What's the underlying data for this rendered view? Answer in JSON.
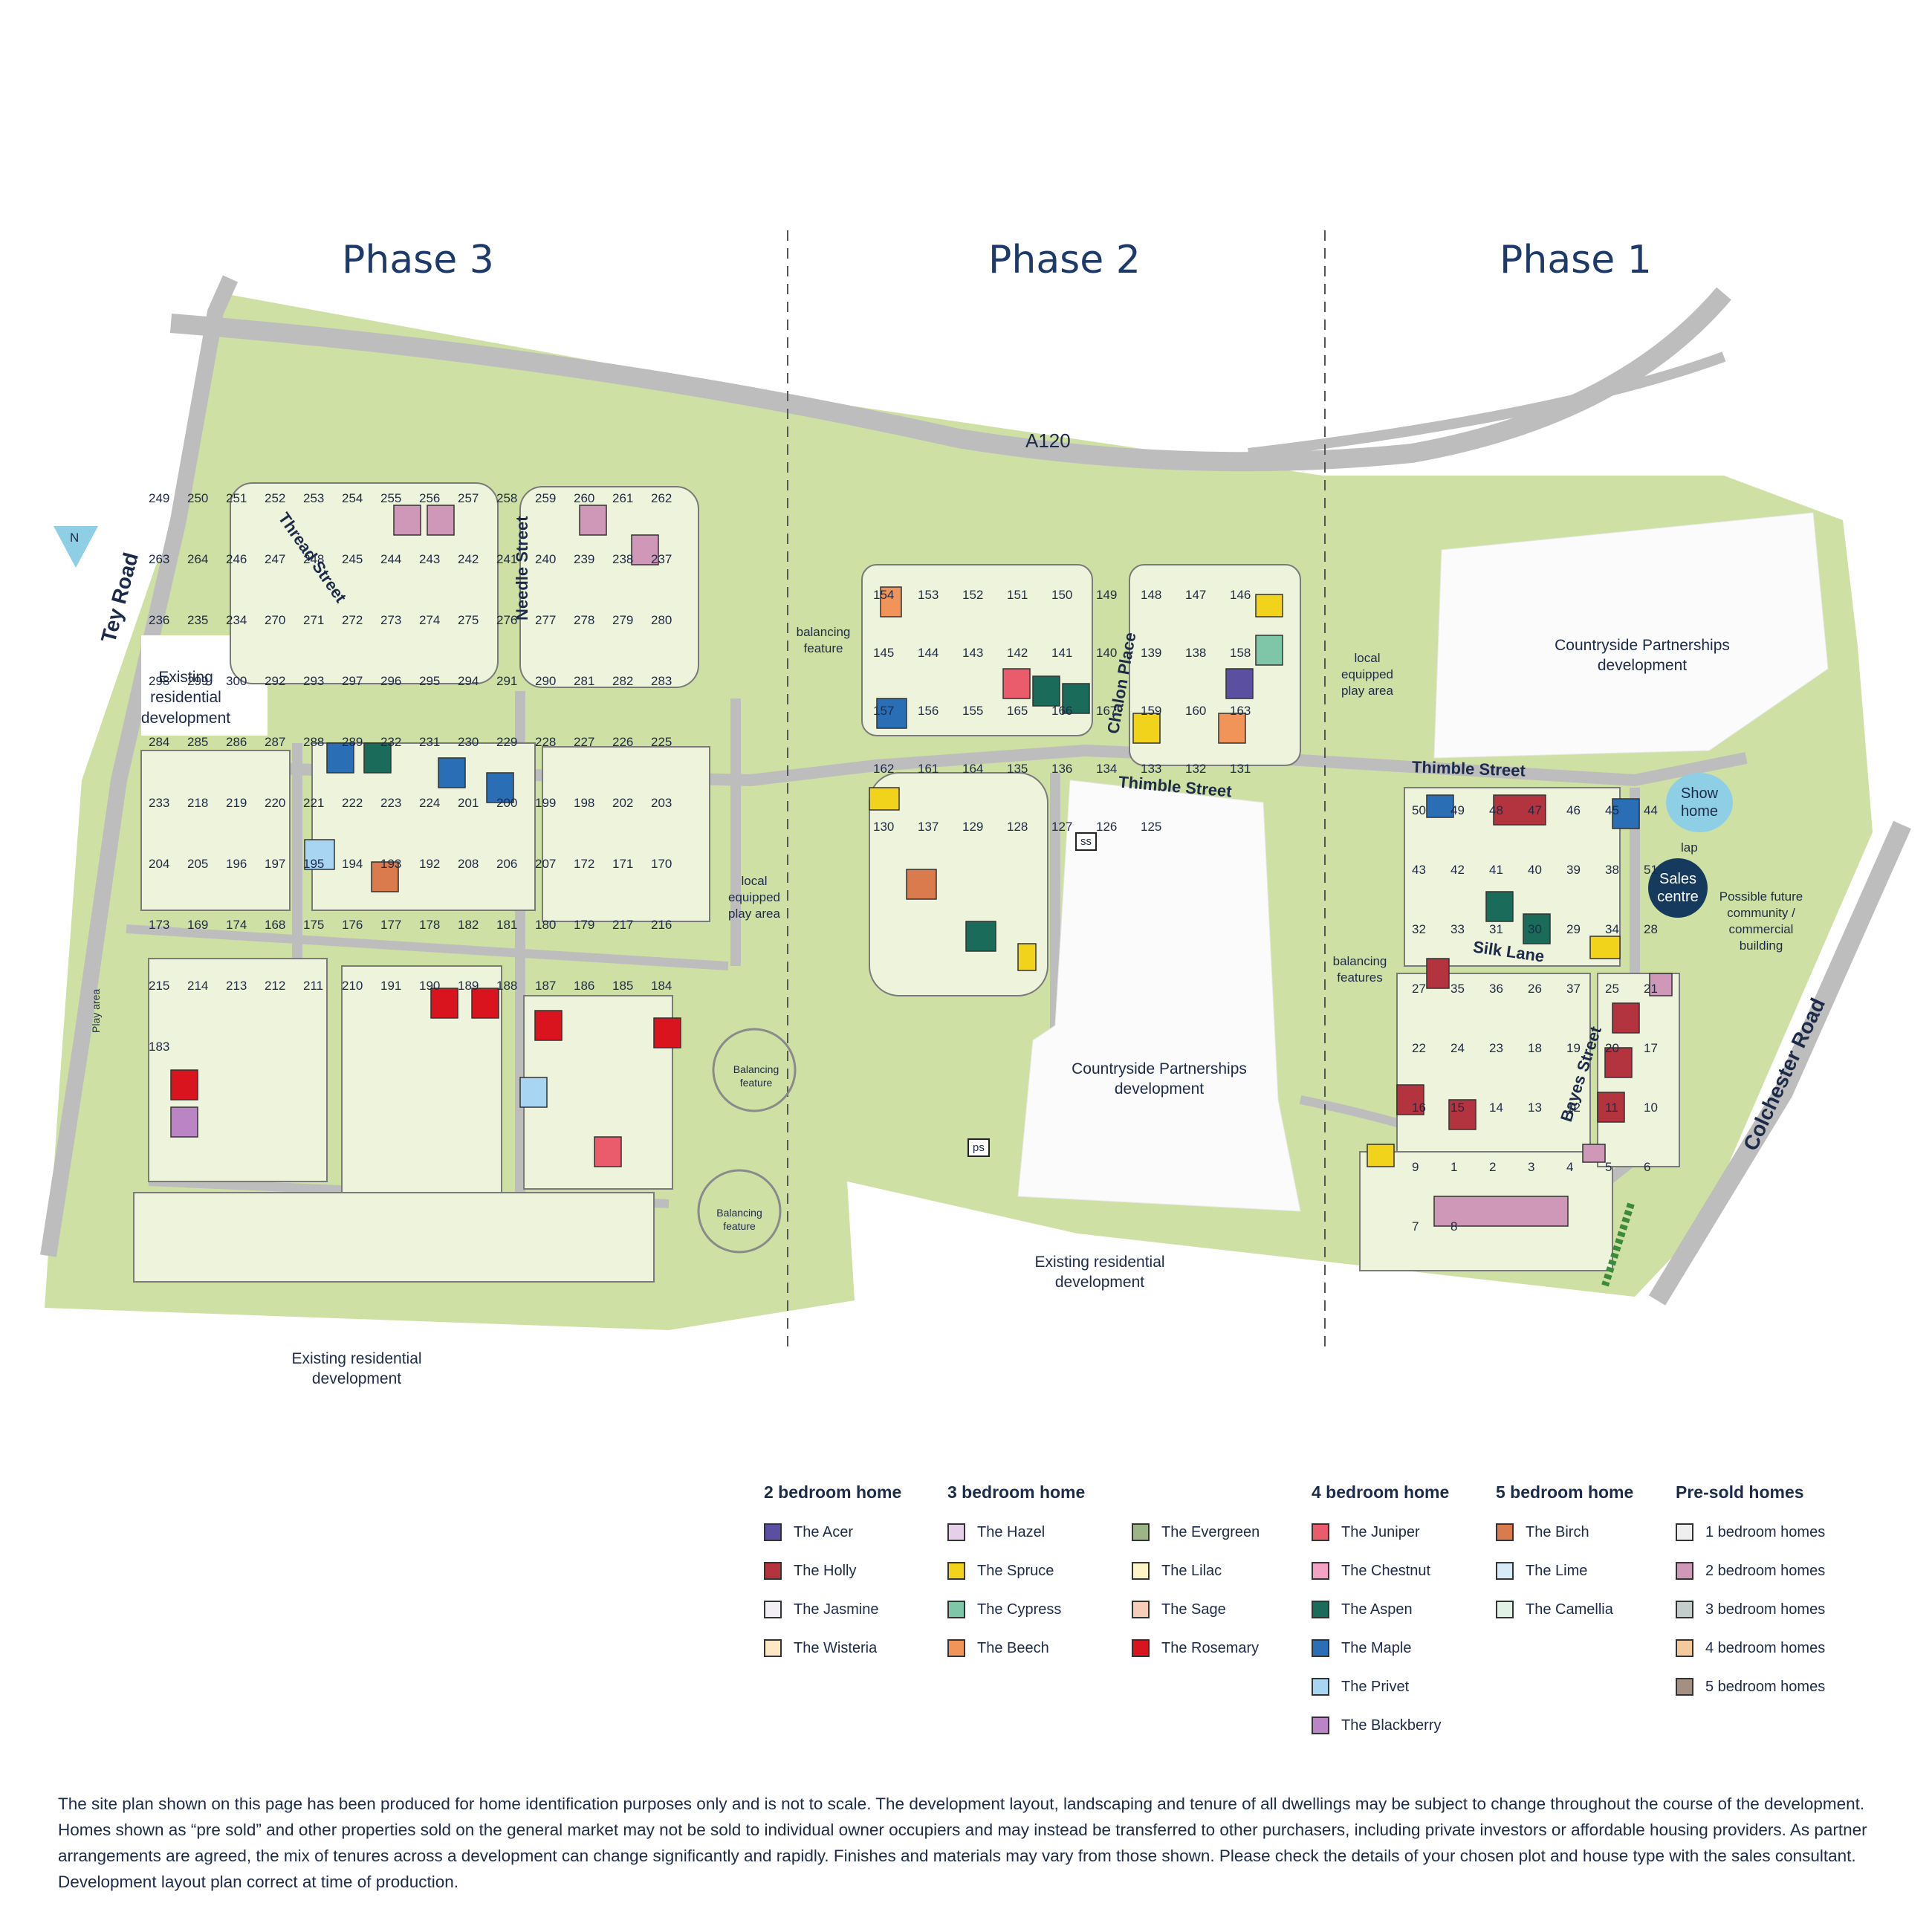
{
  "phases": [
    "Phase 3",
    "Phase 2",
    "Phase 1"
  ],
  "roads": {
    "a120": "A120",
    "tey_road": "Tey Road",
    "colchester_road": "Colchester Road",
    "thimble_street_west": "Thimble Street",
    "thimble_street_east": "Thimble Street",
    "thread_street": "Thread Street",
    "needle_street": "Needle Street",
    "chalon_place": "Chalon Place",
    "silk_lane": "Silk Lane",
    "bayes_street": "Bayes Street"
  },
  "areas": {
    "existing_res_1": "Existing residential development",
    "existing_res_2": "Existing residential development",
    "existing_res_3": "Existing residential development",
    "countryside_1": "Countryside Partnerships development",
    "countryside_2": "Countryside Partnerships development",
    "balancing_1": "balancing feature",
    "balancing_2": "Balancing feature",
    "balancing_3": "Balancing feature",
    "balancing_4": "balancing features",
    "play_1": "local equipped play area",
    "play_2": "local equipped play area",
    "play_area": "Play area",
    "future": "Possible future community / commercial building",
    "show_home": "Show home",
    "sales_centre": "Sales centre",
    "lap": "lap",
    "ss": "ss",
    "ps": "ps",
    "north": "N"
  },
  "plots": {
    "phase3": [
      "249",
      "250",
      "251",
      "252",
      "253",
      "254",
      "255",
      "256",
      "257",
      "258",
      "259",
      "260",
      "261",
      "262",
      "263",
      "264",
      "246",
      "247",
      "248",
      "245",
      "244",
      "243",
      "242",
      "241",
      "240",
      "239",
      "238",
      "237",
      "236",
      "235",
      "234",
      "270",
      "271",
      "272",
      "273",
      "274",
      "275",
      "276",
      "277",
      "278",
      "279",
      "280",
      "298",
      "299",
      "300",
      "292",
      "293",
      "297",
      "296",
      "295",
      "294",
      "291",
      "290",
      "281",
      "282",
      "283",
      "284",
      "285",
      "286",
      "287",
      "288",
      "289",
      "232",
      "231",
      "230",
      "229",
      "228",
      "227",
      "226",
      "225",
      "233",
      "218",
      "219",
      "220",
      "221",
      "222",
      "223",
      "224",
      "201",
      "200",
      "199",
      "198",
      "202",
      "203",
      "204",
      "205",
      "196",
      "197",
      "195",
      "194",
      "193",
      "192",
      "208",
      "206",
      "207",
      "172",
      "171",
      "170",
      "173",
      "169",
      "174",
      "168",
      "175",
      "176",
      "177",
      "178",
      "182",
      "181",
      "180",
      "179",
      "217",
      "216",
      "215",
      "214",
      "213",
      "212",
      "211",
      "210",
      "191",
      "190",
      "189",
      "188",
      "187",
      "186",
      "185",
      "184",
      "183"
    ],
    "phase2": [
      "154",
      "153",
      "152",
      "151",
      "150",
      "149",
      "148",
      "147",
      "146",
      "145",
      "144",
      "143",
      "142",
      "141",
      "140",
      "139",
      "138",
      "158",
      "157",
      "156",
      "155",
      "165",
      "166",
      "167",
      "159",
      "160",
      "163",
      "162",
      "161",
      "164",
      "135",
      "136",
      "134",
      "133",
      "132",
      "131",
      "130",
      "137",
      "129",
      "128",
      "127",
      "126",
      "125"
    ],
    "phase1": [
      "50",
      "49",
      "48",
      "47",
      "46",
      "45",
      "44",
      "43",
      "42",
      "41",
      "40",
      "39",
      "38",
      "51",
      "32",
      "33",
      "31",
      "30",
      "29",
      "34",
      "28",
      "27",
      "35",
      "36",
      "26",
      "37",
      "25",
      "21",
      "22",
      "24",
      "23",
      "18",
      "19",
      "20",
      "17",
      "16",
      "15",
      "14",
      "13",
      "12",
      "11",
      "10",
      "9",
      "1",
      "2",
      "3",
      "4",
      "5",
      "6",
      "7",
      "8"
    ]
  },
  "legend": {
    "two_bed": {
      "title": "2 bedroom home",
      "items": [
        {
          "name": "The Acer",
          "color": "#5a4fa0"
        },
        {
          "name": "The Holly",
          "color": "#b3343f"
        },
        {
          "name": "The Jasmine",
          "color": "#f3edf5"
        },
        {
          "name": "The Wisteria",
          "color": "#fde7c4"
        }
      ]
    },
    "three_bed_a": {
      "title": "3 bedroom home",
      "items": [
        {
          "name": "The Hazel",
          "color": "#e6cfe8"
        },
        {
          "name": "The Spruce",
          "color": "#f1d31c"
        },
        {
          "name": "The Cypress",
          "color": "#7fc5a8"
        },
        {
          "name": "The Beech",
          "color": "#f0945a"
        }
      ]
    },
    "three_bed_b": {
      "title": "",
      "items": [
        {
          "name": "The Evergreen",
          "color": "#9db586"
        },
        {
          "name": "The Lilac",
          "color": "#fdf4c8"
        },
        {
          "name": "The Sage",
          "color": "#f6cdb8"
        },
        {
          "name": "The Rosemary",
          "color": "#d9141e"
        }
      ]
    },
    "four_bed": {
      "title": "4 bedroom home",
      "items": [
        {
          "name": "The Juniper",
          "color": "#ea5b6b"
        },
        {
          "name": "The Chestnut",
          "color": "#f3a3c4"
        },
        {
          "name": "The Aspen",
          "color": "#1a6b5a"
        },
        {
          "name": "The Maple",
          "color": "#2a6fb5"
        },
        {
          "name": "The Privet",
          "color": "#a8d5f1"
        },
        {
          "name": "The Blackberry",
          "color": "#bb84c4"
        }
      ]
    },
    "five_bed": {
      "title": "5 bedroom home",
      "items": [
        {
          "name": "The Birch",
          "color": "#d97b4c"
        },
        {
          "name": "The Lime",
          "color": "#d6eaf8"
        },
        {
          "name": "The Camellia",
          "color": "#e2f1e6"
        }
      ]
    },
    "pre_sold": {
      "title": "Pre-sold homes",
      "items": [
        {
          "name": "1 bedroom homes",
          "color": "#efefef"
        },
        {
          "name": "2 bedroom homes",
          "color": "#cf97b8"
        },
        {
          "name": "3 bedroom homes",
          "color": "#c2cdcc"
        },
        {
          "name": "4 bedroom homes",
          "color": "#f4c99b"
        },
        {
          "name": "5 bedroom homes",
          "color": "#a49083"
        }
      ]
    }
  },
  "disclaimer": "The site plan shown on this page has been produced for home identification purposes only and is not to scale. The development layout, landscaping and tenure of all dwellings may be subject to change throughout the course of the development. Homes shown as “pre sold” and other properties sold on the general market may not be sold to individual owner occupiers and may instead be transferred to other purchasers, including private investors or affordable housing providers. As partner arrangements are agreed, the mix of tenures across a development can change significantly and rapidly. Finishes and materials may vary from those shown. Please check the details of your chosen plot and house type with the sales consultant. Development layout plan correct at time of production."
}
